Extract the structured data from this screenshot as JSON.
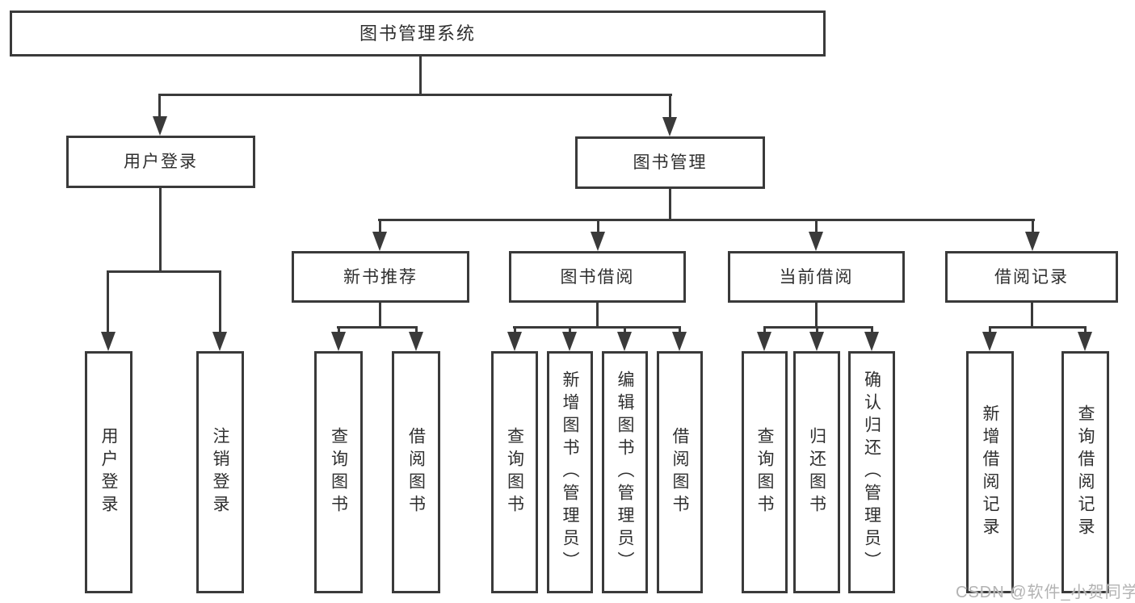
{
  "diagram": {
    "root": {
      "label": "图书管理系统"
    },
    "branches": [
      {
        "label": "用户登录",
        "children": [
          {
            "label": "用户登录"
          },
          {
            "label": "注销登录"
          }
        ]
      },
      {
        "label": "图书管理",
        "groups": [
          {
            "label": "新书推荐",
            "children": [
              {
                "label": "查询图书"
              },
              {
                "label": "借阅图书"
              }
            ]
          },
          {
            "label": "图书借阅",
            "children": [
              {
                "label": "查询图书"
              },
              {
                "label": "新增图书（管理员）"
              },
              {
                "label": "编辑图书（管理员）"
              },
              {
                "label": "借阅图书"
              }
            ]
          },
          {
            "label": "当前借阅",
            "children": [
              {
                "label": "查询图书"
              },
              {
                "label": "归还图书"
              },
              {
                "label": "确认归还（管理员）"
              }
            ]
          },
          {
            "label": "借阅记录",
            "children": [
              {
                "label": "新增借阅记录"
              },
              {
                "label": "查询借阅记录"
              }
            ]
          }
        ]
      }
    ],
    "watermark": "CSDN @软件_小贺同学",
    "colors": {
      "line": "#3a3a3a",
      "text": "#2f2f2f",
      "box_background": "#ffffff",
      "watermark": "#b3b3b3",
      "background": "#ffffff"
    }
  }
}
